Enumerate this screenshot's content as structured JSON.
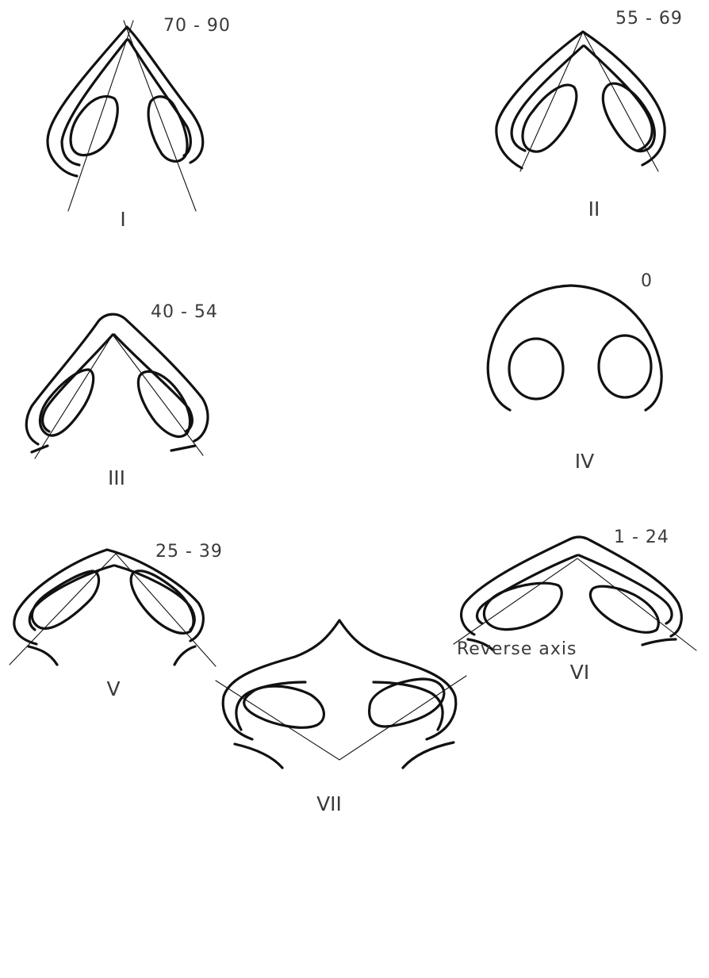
{
  "figures": [
    {
      "numeral": "I",
      "angle": "70 - 90"
    },
    {
      "numeral": "II",
      "angle": "55 - 69"
    },
    {
      "numeral": "III",
      "angle": "40 - 54"
    },
    {
      "numeral": "IV",
      "angle": "0"
    },
    {
      "numeral": "V",
      "angle": "25 - 39"
    },
    {
      "numeral": "VI",
      "angle": "1 - 24"
    },
    {
      "numeral": "VII",
      "angle": "Reverse axis"
    }
  ]
}
